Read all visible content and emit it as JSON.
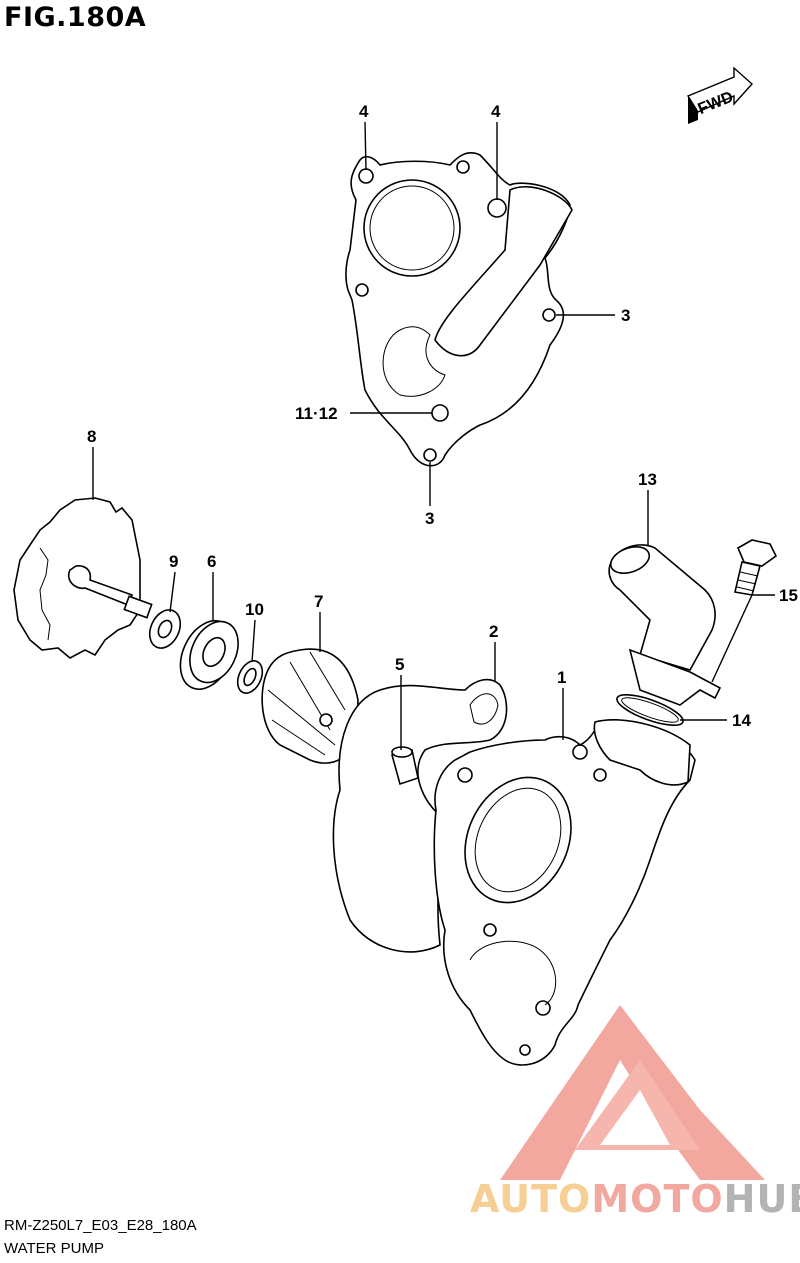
{
  "figure": {
    "title": "FIG.180A"
  },
  "direction_badge": {
    "label": "FWD"
  },
  "callouts": {
    "c1": "1",
    "c2": "2",
    "c3a": "3",
    "c3b": "3",
    "c4a": "4",
    "c4b": "4",
    "c5": "5",
    "c6": "6",
    "c7": "7",
    "c8": "8",
    "c9": "9",
    "c10": "10",
    "c1112": "11·12",
    "c13": "13",
    "c14": "14",
    "c15": "15"
  },
  "footer": {
    "code": "RM-Z250L7_E03_E28_180A",
    "name": "WATER PUMP"
  },
  "watermark": {
    "part1": "AUTO",
    "part2": "MOTO",
    "part3": "HUB"
  },
  "colors": {
    "watermark_red": "#f2a79f",
    "watermark_orange": "#f6cf95",
    "watermark_gray": "#b3b3b3"
  }
}
